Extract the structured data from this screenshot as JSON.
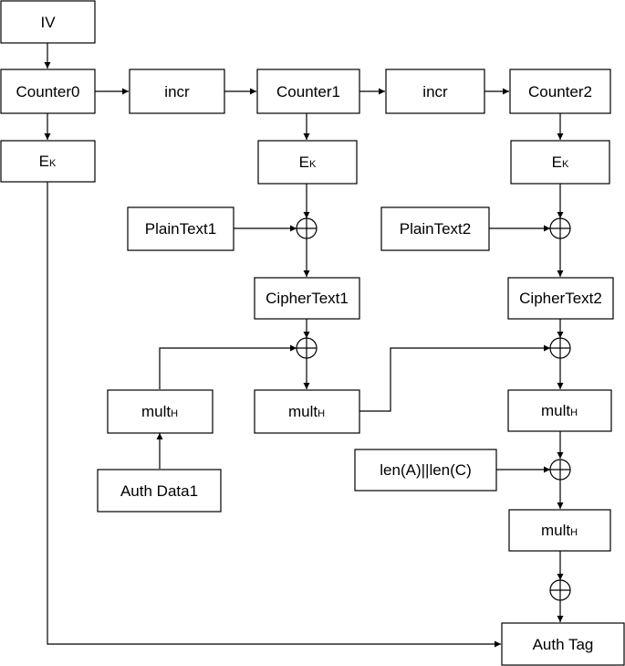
{
  "nodes": {
    "iv": "IV",
    "counter0": "Counter0",
    "incr1": "incr",
    "counter1": "Counter1",
    "incr2": "incr",
    "counter2": "Counter2",
    "ek0": {
      "main": "E",
      "sub": "K"
    },
    "ek1": {
      "main": "E",
      "sub": "K"
    },
    "ek2": {
      "main": "E",
      "sub": "K"
    },
    "plaintext1": "PlainText1",
    "plaintext2": "PlainText2",
    "ciphertext1": "CipherText1",
    "ciphertext2": "CipherText2",
    "mult_a": {
      "main": "mult",
      "sub": "H"
    },
    "mult_b": {
      "main": "mult",
      "sub": "H"
    },
    "mult_c": {
      "main": "mult",
      "sub": "H"
    },
    "mult_d": {
      "main": "mult",
      "sub": "H"
    },
    "auth_data1": "Auth Data1",
    "len": "len(A)||len(C)",
    "auth_tag": "Auth Tag"
  },
  "colors": {
    "stroke": "#000000",
    "fill": "#ffffff"
  }
}
